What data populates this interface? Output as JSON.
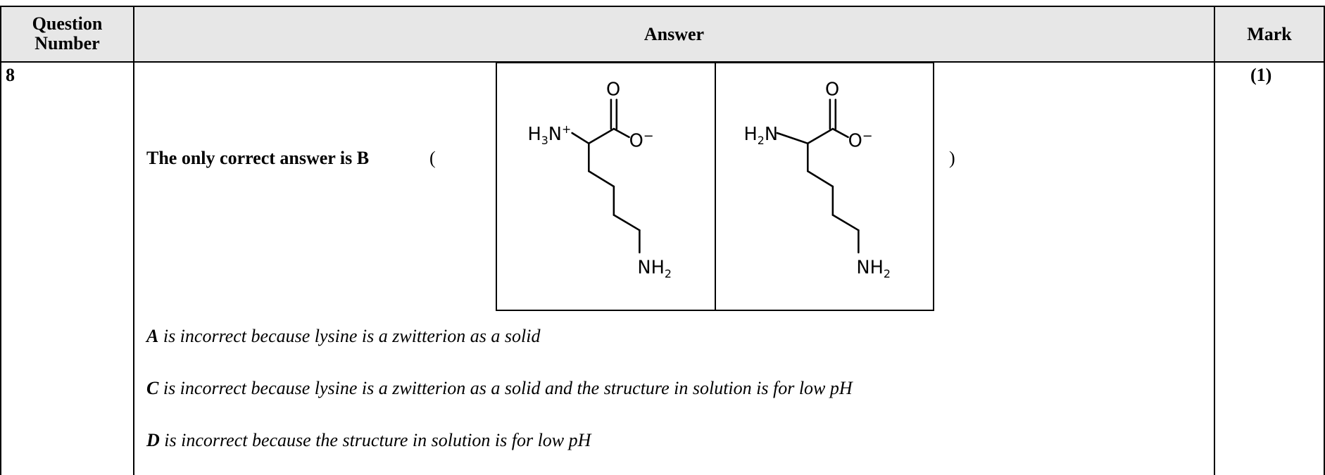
{
  "header": {
    "question_number": [
      "Question",
      "Number"
    ],
    "answer": "Answer",
    "mark": "Mark"
  },
  "row": {
    "question_number": "8",
    "mark": "(1)",
    "answer_prefix": "The only correct answer is B",
    "open_paren": "(",
    "close_paren": ")",
    "structures": [
      {
        "amine_label": "H3N+",
        "amine_parts": {
          "h": "H",
          "sub": "3",
          "n": "N",
          "sup": "+"
        },
        "carbonyl_o": "O",
        "carboxylate": "O",
        "charge": "−",
        "side_chain_end": {
          "n": "NH",
          "sub": "2"
        }
      },
      {
        "amine_label": "H2N",
        "amine_parts": {
          "h": "H",
          "sub": "2",
          "n": "N",
          "sup": ""
        },
        "carbonyl_o": "O",
        "carboxylate": "O",
        "charge": "−",
        "side_chain_end": {
          "n": "NH",
          "sub": "2"
        }
      }
    ],
    "explanations": [
      {
        "letter": "A",
        "text": " is incorrect because lysine is a zwitterion as a solid"
      },
      {
        "letter": "C",
        "text": " is incorrect because lysine is a zwitterion as a solid and the structure in solution is for low pH"
      },
      {
        "letter": "D",
        "text": " is incorrect because the structure in solution is for low pH"
      }
    ]
  }
}
